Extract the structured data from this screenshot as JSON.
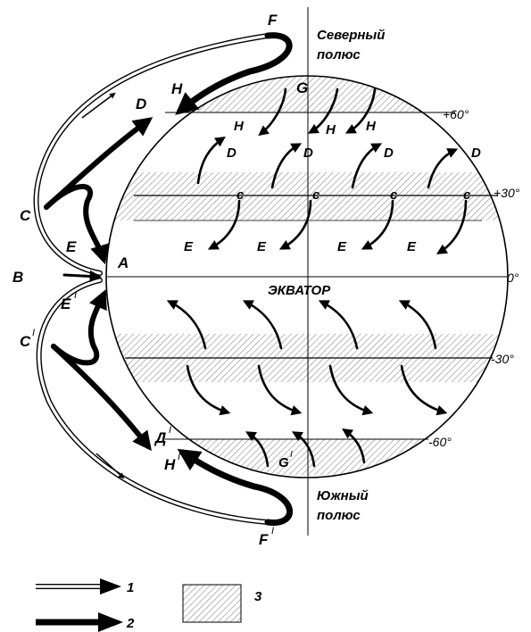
{
  "poles": {
    "north_line1": "Северный",
    "north_line2": "полюс",
    "south_line1": "Южный",
    "south_line2": "полюс"
  },
  "equator": "ЭКВАТОР",
  "latitudes": {
    "p60": "+60°",
    "p30": "+30°",
    "zero": "0°",
    "m30": "-30°",
    "m60": "-60°"
  },
  "points": {
    "F": "F",
    "H_outer": "H",
    "D_outer": "D",
    "C": "C",
    "E_outer": "E",
    "B": "B",
    "A": "A",
    "E_prime": "E",
    "E_prime_mark": "I",
    "C_prime": "C",
    "C_prime_mark": "I",
    "D_prime": "Д",
    "D_prime_mark": "I",
    "H_prime": "H",
    "H_prime_mark": "I",
    "F_prime": "F",
    "F_prime_mark": "I",
    "G": "G",
    "G_prime": "G",
    "G_prime_mark": "I"
  },
  "north_cells": {
    "H_labels": [
      "H",
      "H",
      "H"
    ],
    "D_labels": [
      "D",
      "D",
      "D",
      "D"
    ],
    "c_labels": [
      "c",
      "c",
      "c",
      "c"
    ],
    "E_labels": [
      "E",
      "E",
      "E",
      "E"
    ]
  },
  "legend": {
    "item1": "1",
    "item2": "2",
    "item3": "3"
  },
  "colors": {
    "ink": "#000000",
    "hatch": "#8a8a8a",
    "background": "#ffffff"
  }
}
